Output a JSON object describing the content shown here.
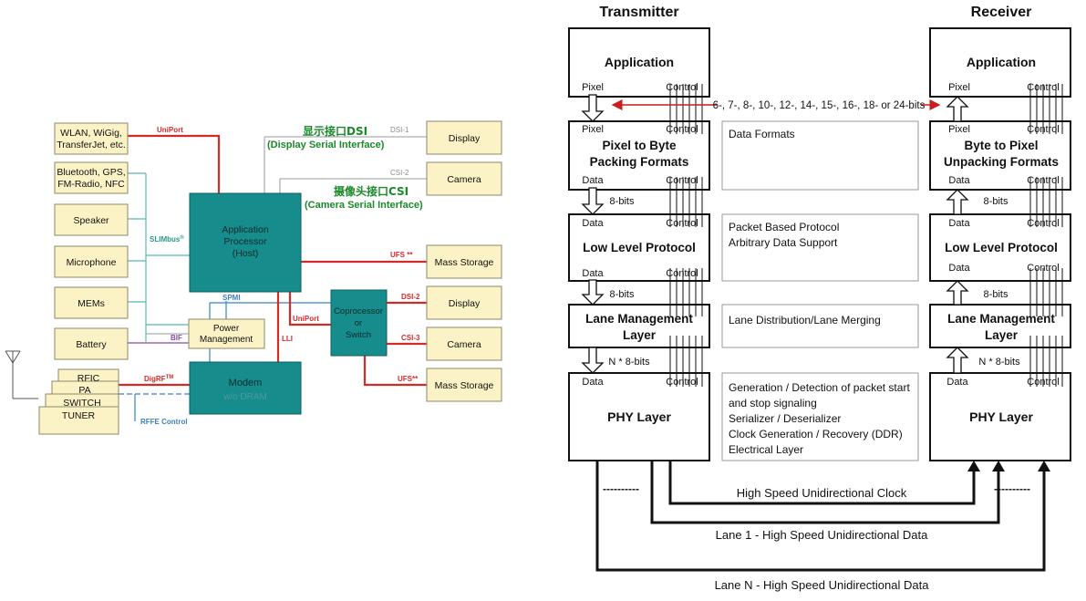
{
  "left_diagram": {
    "peripherals": {
      "wlan": "WLAN, WiGig,",
      "wlan2": "TransferJet, etc.",
      "bluetooth": "Bluetooth, GPS,",
      "bluetooth2": "FM-Radio, NFC",
      "speaker": "Speaker",
      "microphone": "Microphone",
      "mems": "MEMs",
      "battery": "Battery",
      "power1": "Power",
      "power2": "Management",
      "rfic": "RFIC",
      "pa": "PA",
      "switch": "SWITCH",
      "tuner": "TUNER",
      "display1": "Display",
      "camera1": "Camera",
      "mass_storage1": "Mass Storage",
      "display2": "Display",
      "camera2": "Camera",
      "mass_storage2": "Mass Storage"
    },
    "ap": {
      "l1": "Application",
      "l2": "Processor",
      "l3": "(Host)"
    },
    "cop": {
      "l1": "Coprocessor",
      "l2": "or",
      "l3": "Switch"
    },
    "modem": {
      "l1": "Modem",
      "l2": "w/o DRAM"
    },
    "links": {
      "uniport": "UniPort",
      "dsi1": "DSI-1",
      "csi2": "CSI-2",
      "ufs_top": "UFS **",
      "slimbus": "SLIMbus",
      "slimbus_sup": "®",
      "spmi": "SPMI",
      "uniport2": "UniPort",
      "bif": "BIF",
      "lli": "LLI",
      "dsi2": "DSI-2",
      "csi3": "CSI-3",
      "ufs_bottom": "UFS**",
      "digrf": "DigRF",
      "digrf_sup": "TM",
      "rffe": "RFFE Control"
    },
    "annotations": {
      "dsi_cn": "显示接口DSI",
      "dsi_en": "(Display Serial Interface)",
      "csi_cn": "摄像头接口CSI",
      "csi_en": "(Camera Serial Interface)"
    }
  },
  "right_diagram": {
    "transmitter": "Transmitter",
    "receiver": "Receiver",
    "tx": {
      "application": "Application",
      "pixel": "Pixel",
      "control": "Control",
      "pack1": "Pixel to Byte",
      "pack2": "Packing Formats",
      "pixel2": "Pixel",
      "control2": "Control",
      "data1": "Data",
      "control3": "Control",
      "bits8a": "8-bits",
      "data2": "Data",
      "control4": "Control",
      "llp": "Low Level Protocol",
      "data3": "Data",
      "control5": "Control",
      "bits8b": "8-bits",
      "lane1": "Lane Management",
      "lane2": "Layer",
      "nbits": "N * 8-bits",
      "data4": "Data",
      "control6": "Control",
      "phy": "PHY Layer"
    },
    "rx": {
      "application": "Application",
      "pixel": "Pixel",
      "control": "Control",
      "pixel2": "Pixel",
      "control2": "Control",
      "unpack1": "Byte to Pixel",
      "unpack2": "Unpacking Formats",
      "data1": "Data",
      "control3": "Control",
      "bits8a": "8-bits",
      "data2": "Data",
      "control4": "Control",
      "llp": "Low Level Protocol",
      "data3": "Data",
      "control5": "Control",
      "bits8b": "8-bits",
      "lane1": "Lane Management",
      "lane2": "Layer",
      "nbits": "N * 8-bits",
      "data4": "Data",
      "control6": "Control",
      "phy": "PHY Layer"
    },
    "bitwidths": "6-, 7-, 8-, 10-, 12-, 14-, 15-, 16-, 18- or 24-bits",
    "middle": {
      "formats": "Data Formats",
      "packet1": "Packet Based Protocol",
      "packet2": "Arbitrary Data Support",
      "lane": "Lane Distribution/Lane Merging",
      "phy1": "Generation / Detection of packet start",
      "phy2": "and stop signaling",
      "phy3": "Serializer / Deserializer",
      "phy4": "Clock Generation / Recovery (DDR)",
      "phy5": "Electrical Layer"
    },
    "clock": "High Speed Unidirectional Clock",
    "lane_1": "Lane 1 - High Speed Unidirectional Data",
    "lane_n": "Lane N - High Speed Unidirectional Data",
    "dots_left": "----------",
    "dots_right": "----------"
  },
  "colors": {
    "peripheral_fill": "#fbf3c6",
    "peripheral_stroke": "#8a8a6a",
    "teal": "#178c8c",
    "red_link": "#d42a2a",
    "teal_link": "#5bb8b0",
    "blue_link": "#3a82c4",
    "purple_link": "#8a4aa8",
    "gray_link": "#9a9a9a",
    "green_text": "#1a8a2a"
  }
}
